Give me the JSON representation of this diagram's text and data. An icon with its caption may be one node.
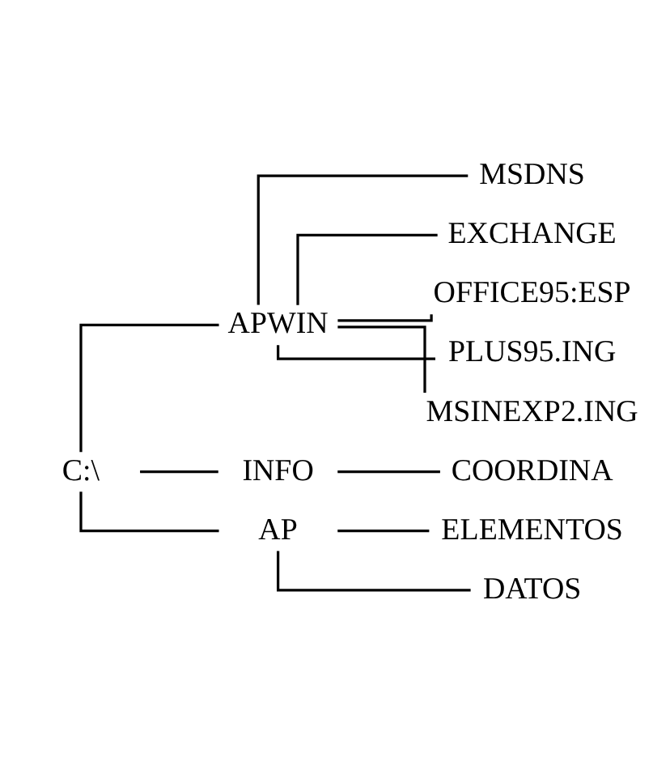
{
  "diagram": {
    "nodes": [
      {
        "text": [
          "C:\\"
        ]
      },
      {
        "text": [
          "APWIN"
        ]
      },
      {
        "text": [
          "MSDNS"
        ]
      },
      {
        "text": [
          "EXCHANGE"
        ]
      },
      {
        "text": [
          "OFFICE95:ESP"
        ]
      },
      {
        "text": [
          "PLUS95.ING"
        ]
      },
      {
        "text": [
          "MSINEXP2.ING"
        ]
      },
      {
        "text": [
          "INFO"
        ]
      },
      {
        "text": [
          "COORDINA"
        ]
      },
      {
        "text": [
          "AP"
        ]
      },
      {
        "text": [
          "ELEMENTOS"
        ]
      },
      {
        "text": [
          "DATOS"
        ]
      }
    ],
    "edges": [
      {
        "from": 0,
        "to": 1,
        "arrow": "none"
      },
      {
        "from": 1,
        "to": 2,
        "arrow": "none"
      },
      {
        "from": 1,
        "to": 3,
        "arrow": "none"
      },
      {
        "from": 1,
        "to": 4,
        "arrow": "none"
      },
      {
        "from": 1,
        "to": 5,
        "arrow": "none"
      },
      {
        "from": 1,
        "to": 6,
        "arrow": "none"
      },
      {
        "from": 0,
        "to": 7,
        "arrow": "none"
      },
      {
        "from": 7,
        "to": 8,
        "arrow": "none"
      },
      {
        "from": 0,
        "to": 9,
        "arrow": "none"
      },
      {
        "from": 9,
        "to": 10,
        "arrow": "none"
      },
      {
        "from": 9,
        "to": 11,
        "arrow": "none"
      }
    ]
  }
}
